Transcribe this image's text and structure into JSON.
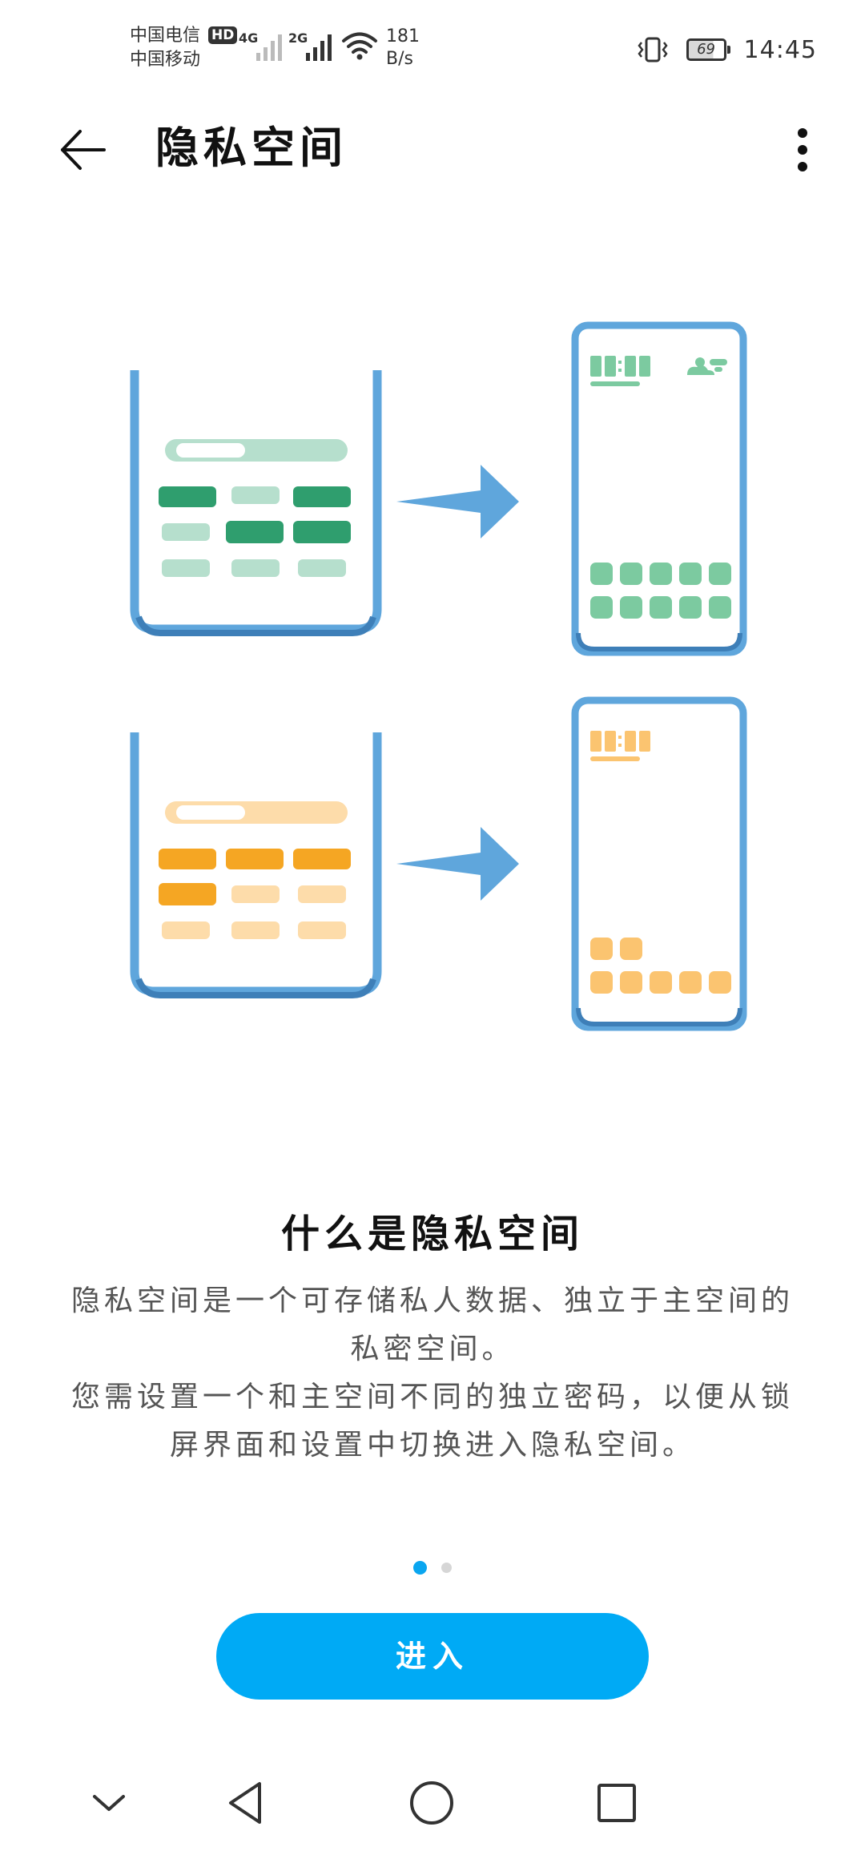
{
  "status_bar": {
    "carrier_1": "中国电信",
    "carrier_2": "中国移动",
    "hd_badge": "HD",
    "network_1": "4G",
    "network_2": "2G",
    "speed_value": "181",
    "speed_unit": "B/s",
    "battery_level": "69",
    "time": "14:45",
    "icons": [
      "signal-icon",
      "wifi-icon",
      "vibrate-icon",
      "battery-icon"
    ]
  },
  "header": {
    "title": "隐私空间",
    "back_icon": "back-arrow-icon",
    "more_icon": "more-vertical-icon"
  },
  "illustration": {
    "colors": {
      "frame": "#5fa6dc",
      "green_dark": "#2f9e6e",
      "green_light": "#b6dfcd",
      "green_app": "#7ccaa0",
      "orange_dark": "#f5a623",
      "orange_light": "#fddcaa",
      "orange_app": "#fbc470"
    }
  },
  "content": {
    "heading": "什么是隐私空间",
    "paragraph_1": "隐私空间是一个可存储私人数据、独立于主空间的私密空间。",
    "paragraph_2": "您需设置一个和主空间不同的独立密码，以便从锁屏界面和设置中切换进入隐私空间。"
  },
  "pager": {
    "total": 2,
    "current": 1
  },
  "actions": {
    "enter_label": "进入"
  },
  "nav_bar": {
    "icons": [
      "collapse-icon",
      "back-triangle-icon",
      "home-circle-icon",
      "recents-square-icon"
    ]
  }
}
